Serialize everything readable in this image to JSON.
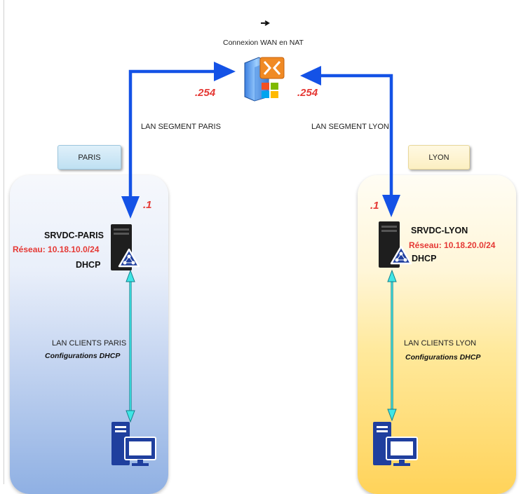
{
  "wan": {
    "label": "Connexion WAN en NAT",
    "left_ip": ".254",
    "right_ip": ".254"
  },
  "segments": {
    "left": "LAN SEGMENT PARIS",
    "right": "LAN SEGMENT LYON"
  },
  "sites": {
    "paris": {
      "tag": "PARIS",
      "server_ip": ".1",
      "server_name": "SRVDC-PARIS",
      "network": "Réseau: 10.18.10.0/24",
      "service": "DHCP",
      "client_link": "LAN CLIENTS PARIS",
      "client_config": "Configurations DHCP",
      "tag_color": "#cfe8f5",
      "zone_color": "#7fa3dc"
    },
    "lyon": {
      "tag": "LYON",
      "server_ip": ".1",
      "server_name": "SRVDC-LYON",
      "network": "Réseau: 10.18.20.0/24",
      "service": "DHCP",
      "client_link": "LAN CLIENTS LYON",
      "client_config": "Configurations DHCP",
      "tag_color": "#fdf3cf",
      "zone_color": "#ffd766"
    }
  },
  "colors": {
    "wan_link": "#1452e6",
    "lan_link": "#2fd4d4",
    "icon_blue": "#1f3f9e"
  }
}
